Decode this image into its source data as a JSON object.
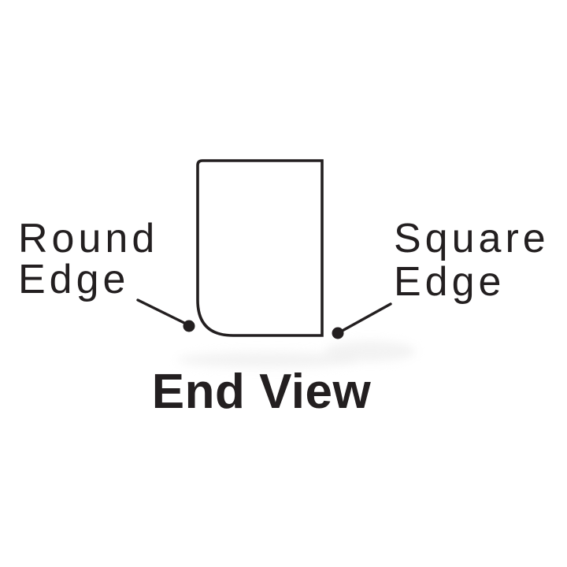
{
  "diagram": {
    "title": "End View",
    "labels": {
      "round_edge": [
        "Round",
        "Edge"
      ],
      "square_edge": [
        "Square",
        "Edge"
      ]
    },
    "colors": {
      "ink": "#231f20",
      "background": "#ffffff"
    }
  }
}
